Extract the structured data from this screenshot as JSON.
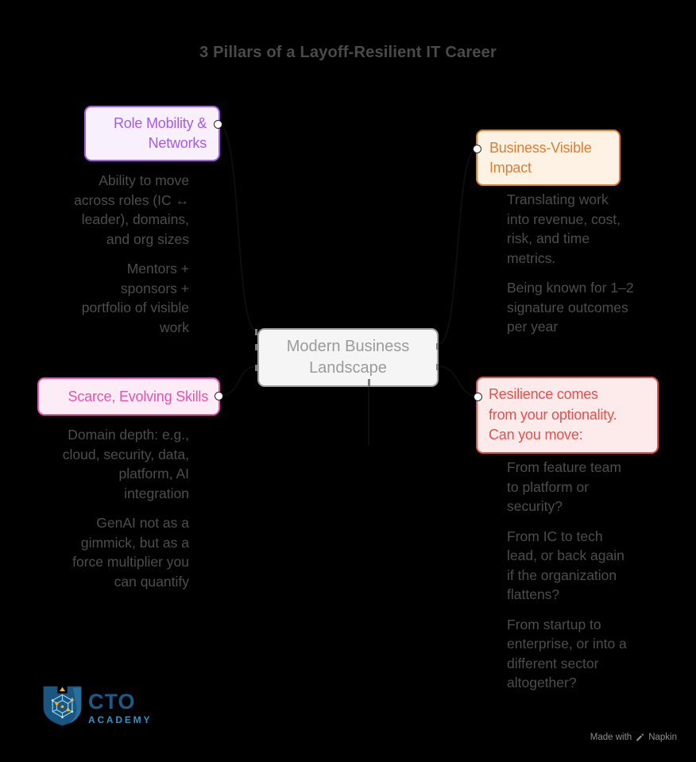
{
  "title": "3 Pillars of a Layoff-Resilient IT Career",
  "palette": {
    "background": "#000000",
    "purple_accent": "#a55bea",
    "purple_fill": "#f8f0fd",
    "orange_accent": "#df7f2e",
    "orange_fill": "#fdf2e4",
    "pink_accent": "#e355ae",
    "pink_fill": "#fdebf6",
    "red_accent": "#e4504d",
    "red_fill": "#fdebeb",
    "gray_accent": "#9d9d9d",
    "gray_fill": "#f5f5f5",
    "body_text": "#4d4d4d"
  },
  "center_node": {
    "label": "Modern Business\nLandscape"
  },
  "pillars": [
    {
      "id": "role-mobility-networks",
      "heading": "Role Mobility &\nNetworks",
      "paragraphs": [
        "Ability to move\nacross roles (IC ↔\nleader), domains,\nand org sizes",
        "Mentors +\nsponsors +\nportfolio of visible\nwork"
      ],
      "accent": "#a55bea"
    },
    {
      "id": "business-visible-impact",
      "heading": "Business-Visible\nImpact",
      "paragraphs": [
        "Translating work\ninto revenue, cost,\nrisk, and time\nmetrics.",
        "Being known for 1–2\nsignature outcomes\nper year"
      ],
      "accent": "#df7f2e"
    },
    {
      "id": "scarce-evolving-skills",
      "heading": "Scarce, Evolving Skills",
      "paragraphs": [
        "Domain depth: e.g.,\ncloud, security, data,\nplatform, AI\nintegration",
        "GenAI not as a\ngimmick, but as a\nforce multiplier you\ncan quantify"
      ],
      "accent": "#e355ae"
    },
    {
      "id": "optionality",
      "heading": "Resilience comes\nfrom your optionality.\nCan you move:",
      "paragraphs": [
        "From feature team\nto platform or\nsecurity?",
        "From IC to tech\nlead, or back again\nif the organization\nflattens?",
        "From startup to\nenterprise, or into a\ndifferent sector\naltogether?"
      ],
      "accent": "#e4504d"
    }
  ],
  "logo": {
    "name": "CTO",
    "subname": "ACADEMY"
  },
  "watermark": {
    "prefix": "Made with",
    "brand": "Napkin"
  }
}
